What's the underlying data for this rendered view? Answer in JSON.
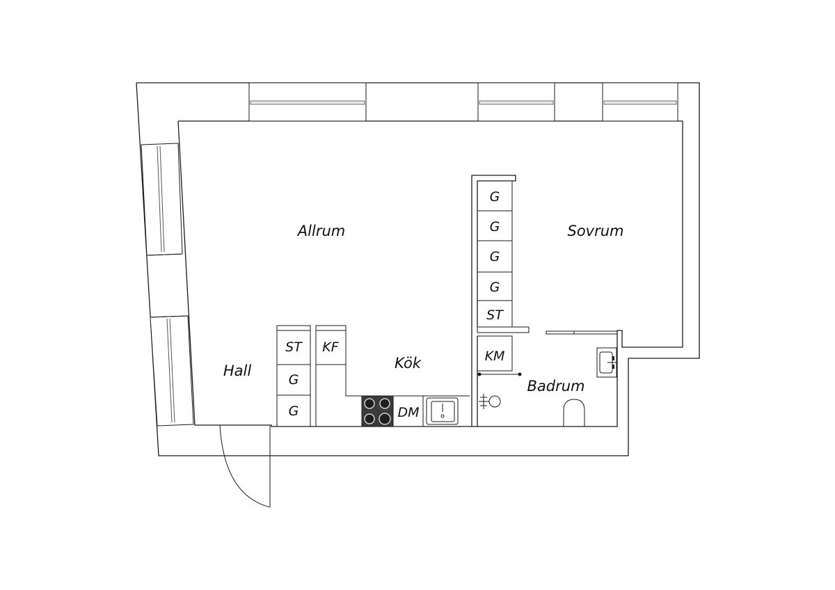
{
  "rooms": {
    "living": "Allrum",
    "bedroom": "Sovrum",
    "hall": "Hall",
    "kitchen": "Kök",
    "bathroom": "Badrum"
  },
  "units": {
    "wardrobe_1": "G",
    "wardrobe_2": "G",
    "wardrobe_3": "G",
    "wardrobe_4": "G",
    "storage_bedroom": "ST",
    "washing_machine": "KM",
    "storage_hall": "ST",
    "hall_wardrobe_1": "G",
    "hall_wardrobe_2": "G",
    "fridge_freezer": "KF",
    "dishwasher": "DM"
  }
}
